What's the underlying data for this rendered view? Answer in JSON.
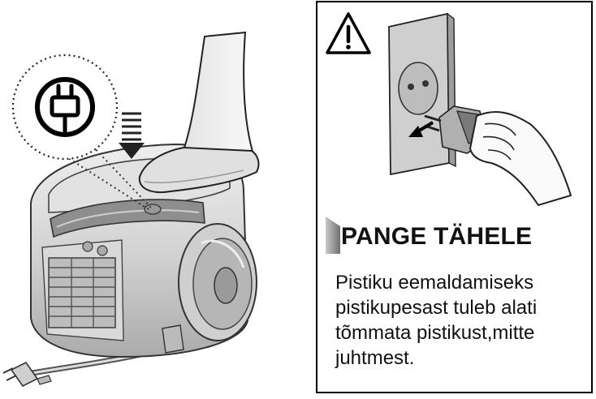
{
  "notice": {
    "heading": "PANGE TÄHELE",
    "lines": [
      "Pistiku eemaldamiseks",
      "pistikupesast tuleb alati",
      "tõmmata pistikust,mitte",
      "juhtmest."
    ]
  },
  "icons": {
    "cord_rewind": "plug-icon",
    "warning": "warning-triangle-icon"
  }
}
